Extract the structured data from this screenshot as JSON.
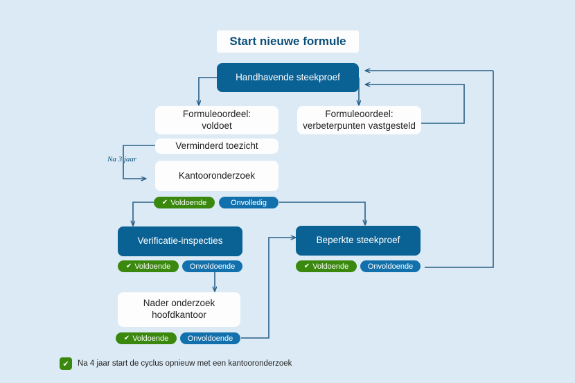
{
  "diagram": {
    "title": "Start nieuwe formule",
    "nodes": {
      "handhavende": "Handhavende steekproef",
      "oordeel_voldoet": "Formuleoordeel:\nvoldoet",
      "oordeel_verbeter": "Formuleoordeel:\nverbeterpunten vastgesteld",
      "verminderd": "Verminderd toezicht",
      "kantoor": "Kantooronderzoek",
      "verificatie": "Verificatie-inspecties",
      "beperkte": "Beperkte steekproef",
      "nader": "Nader onderzoek\nhoofdkantoor"
    },
    "badges": {
      "kantoor_ok": "Voldoende",
      "kantoor_bad": "Onvolledig",
      "verificatie_ok": "Voldoende",
      "verificatie_bad": "Onvoldoende",
      "beperkte_ok": "Voldoende",
      "beperkte_bad": "Onvoldoende",
      "nader_ok": "Voldoende",
      "nader_bad": "Onvoldoende"
    },
    "annotations": {
      "na_3_jaar": "Na 3 jaar"
    },
    "legend": {
      "text": "Na 4 jaar start de cyclus opnieuw met een kantooronderzoek",
      "icon": "check-icon"
    },
    "icons": {
      "check": "✔"
    },
    "colors": {
      "background": "#dbeaf5",
      "brand_blue": "#0a6194",
      "badge_blue": "#1271ac",
      "badge_green": "#3a880d",
      "connector": "#2a5f86",
      "title_text": "#0a4f7a",
      "card": "#fdfdfd"
    }
  }
}
